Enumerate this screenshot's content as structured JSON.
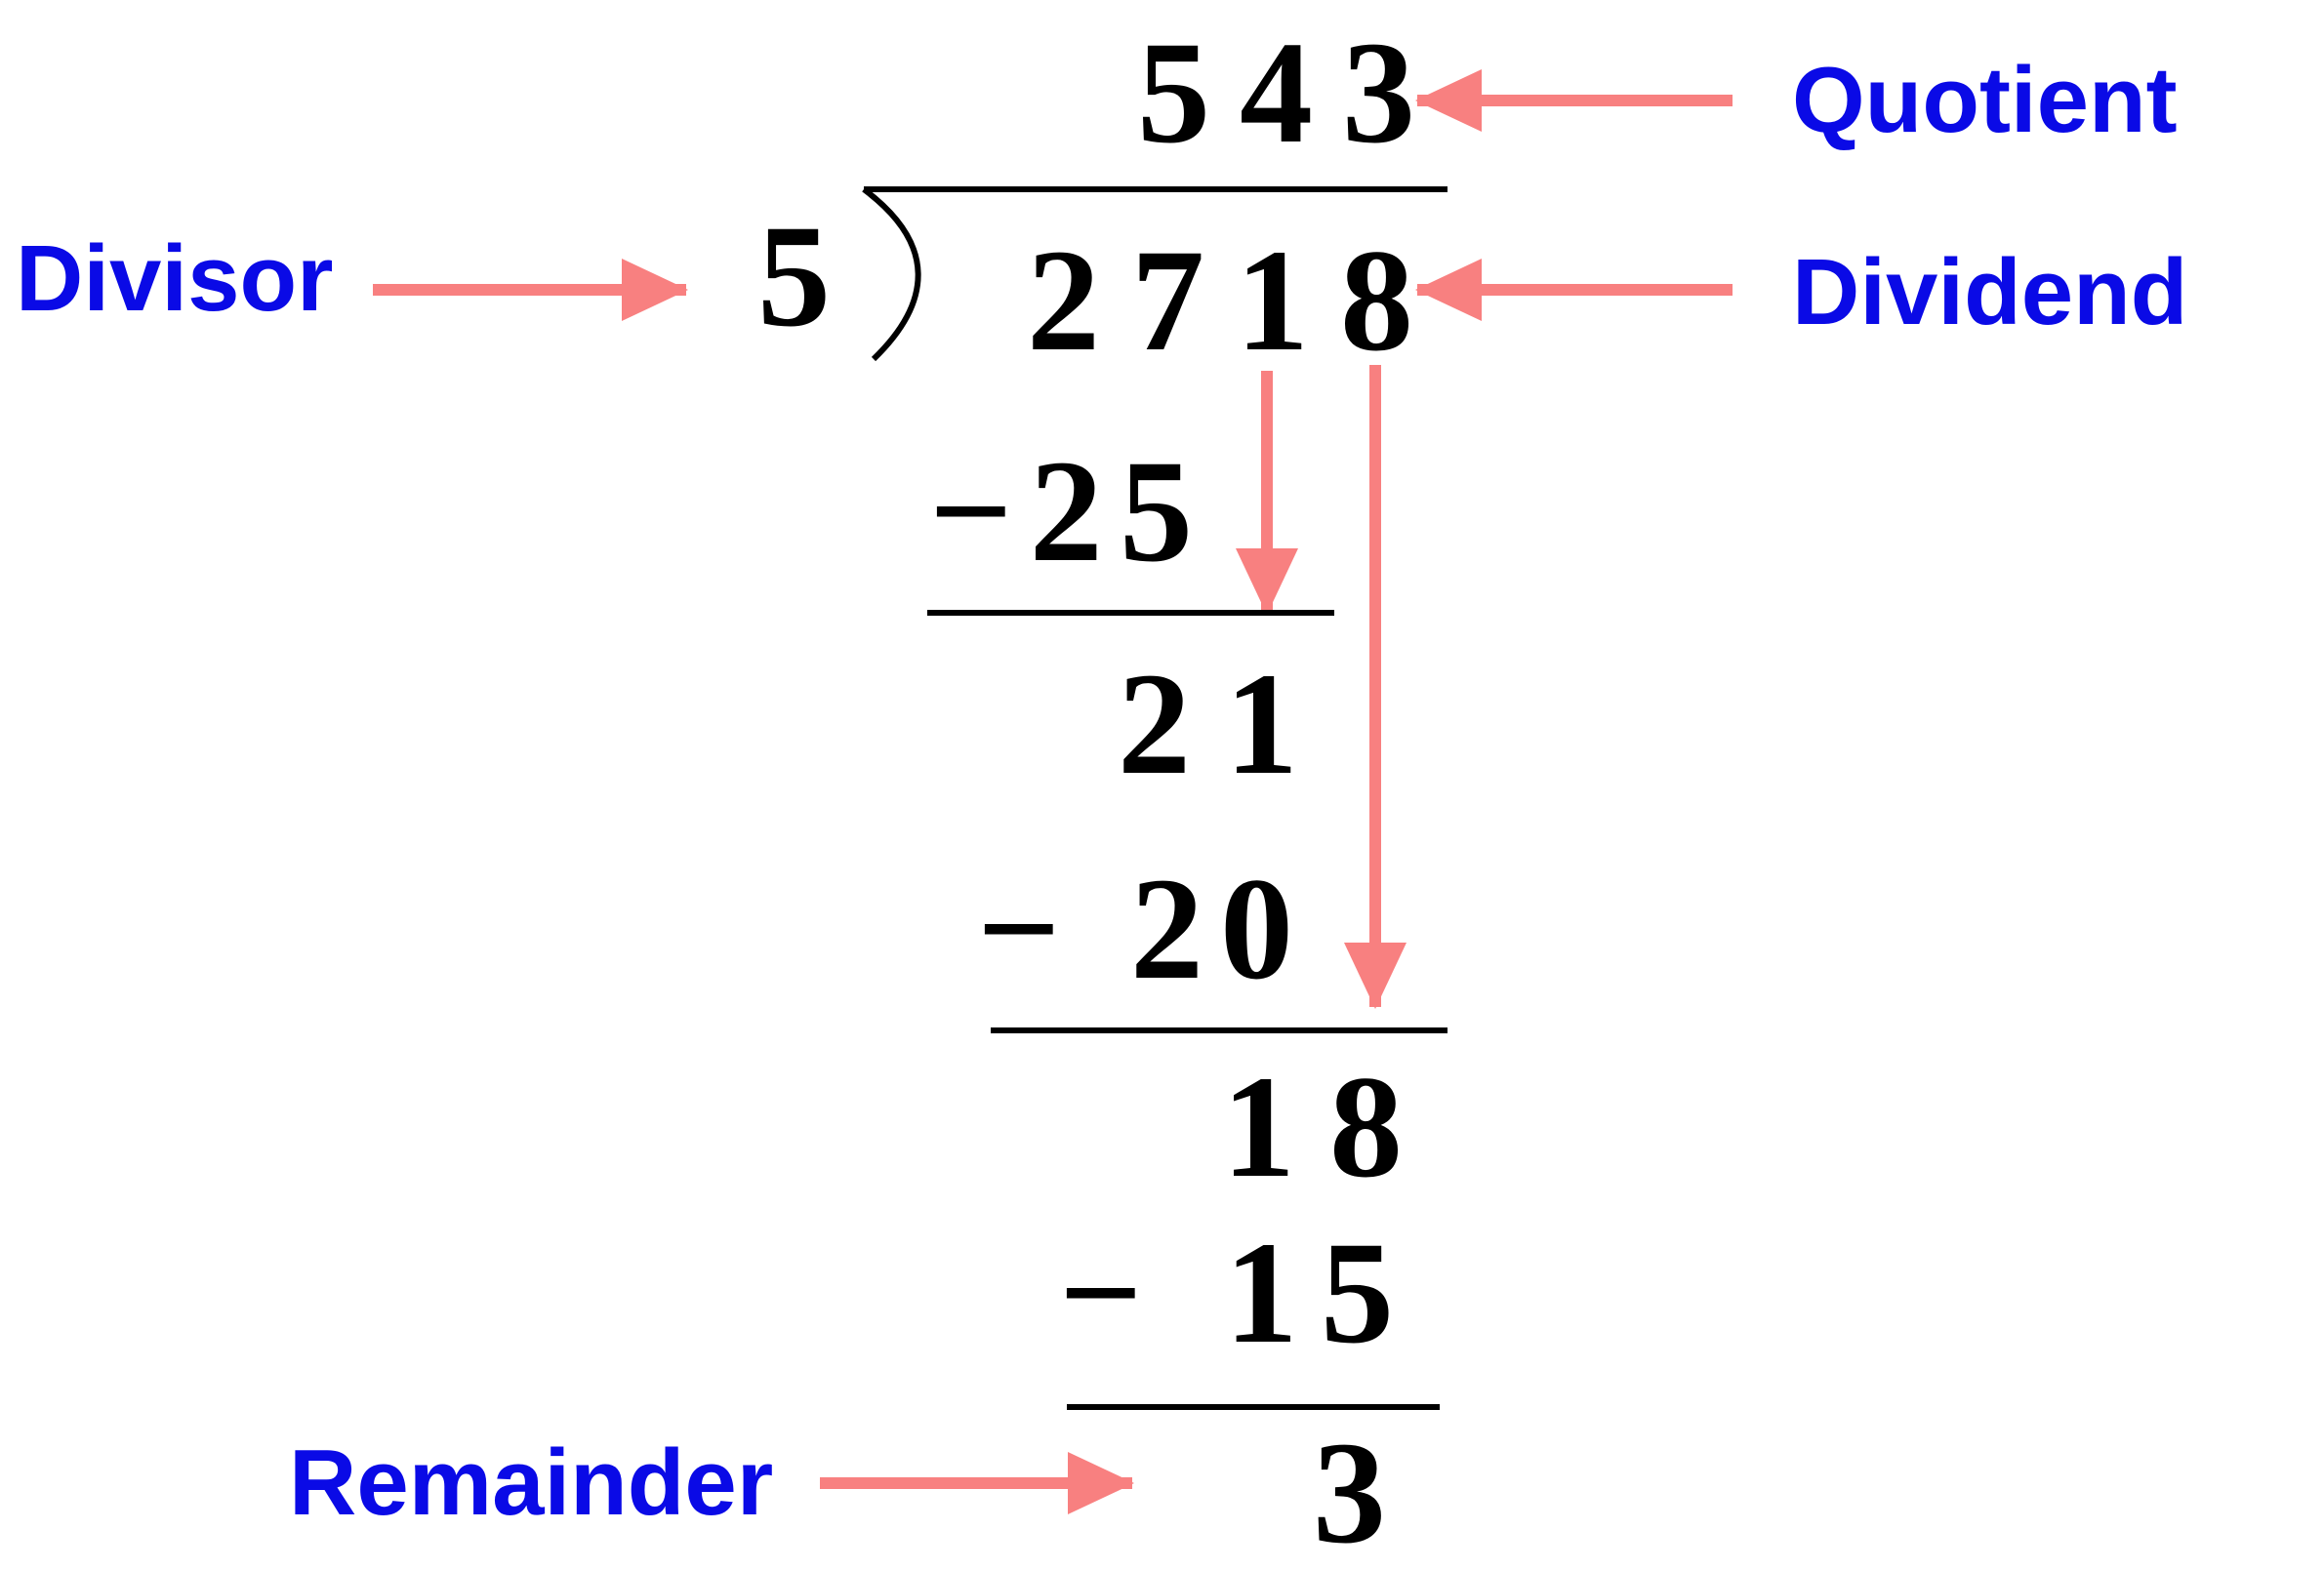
{
  "colors": {
    "label": "#0a0ae6",
    "arrow": "#f88080",
    "ink": "#000000"
  },
  "labels": {
    "quotient": "Quotient",
    "divisor": "Divisor",
    "dividend": "Dividend",
    "remainder": "Remainder"
  },
  "division": {
    "quotient": "543",
    "divisor": "5",
    "dividend": "2718",
    "step1_subtract": "−25",
    "step1_result": "21",
    "step2_subtract": "− 20",
    "step2_result": "18",
    "step3_subtract": "− 15",
    "remainder": "3"
  }
}
